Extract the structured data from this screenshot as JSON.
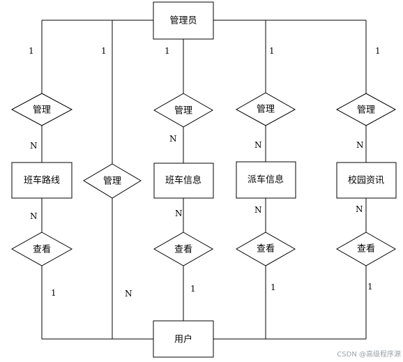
{
  "entities": {
    "admin": "管理员",
    "user": "用户",
    "bus_route": "班车路线",
    "bus_info": "班车信息",
    "dispatch_info": "派车信息",
    "campus_news": "校园资讯"
  },
  "relationships": {
    "manage_1": "管理",
    "manage_2": "管理",
    "manage_3": "管理",
    "manage_4": "管理",
    "manage_5": "管理",
    "view_1": "查看",
    "view_2": "查看",
    "view_3": "查看",
    "view_4": "查看"
  },
  "cardinalities": {
    "admin_route": "1",
    "admin_user": "1",
    "admin_bus": "1",
    "admin_dispatch": "1",
    "admin_news": "1",
    "route_manage": "N",
    "bus_manage": "N",
    "dispatch_manage": "N",
    "news_manage": "N",
    "route_view": "N",
    "bus_view": "N",
    "dispatch_view": "N",
    "news_view": "N",
    "user_route": "1",
    "user_manage": "N",
    "user_bus": "1",
    "user_dispatch": "1",
    "user_news": "1"
  },
  "watermark": "CSDN @高级程序源"
}
